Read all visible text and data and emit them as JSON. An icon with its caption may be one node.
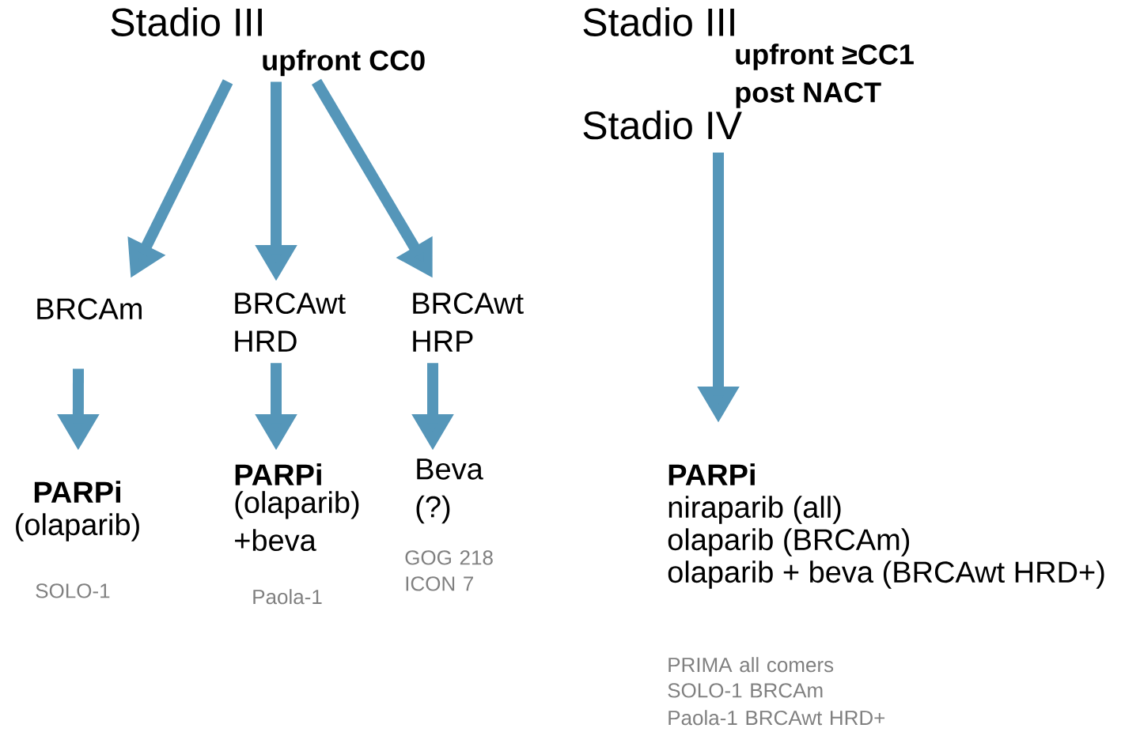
{
  "diagram": {
    "nodes": [
      {
        "text": [
          "Stadio III",
          "upfront CC0"
        ]
      },
      {
        "text": [
          "BRCAm"
        ]
      },
      {
        "text": [
          "BRCAwt HRD"
        ]
      },
      {
        "text": [
          "BRCAwt HRP"
        ]
      },
      {
        "text": [
          "PARPi",
          "(olaparib)"
        ],
        "beside": [
          "SOLO-1"
        ]
      },
      {
        "text": [
          "PARPi",
          "(olaparib) +beva"
        ],
        "beside": [
          "Paola-1"
        ]
      },
      {
        "text": [
          "Beva (?)"
        ],
        "beside": [
          "GOG 218 ICON 7"
        ]
      },
      {
        "text": [
          "Stadio III",
          "upfront  ≥CC1 post NACT",
          "Stadio IV"
        ]
      },
      {
        "text": [
          "PARPi",
          "niraparib (all)",
          "olaparib (BRCAm)",
          "olaparib + beva (BRCAwt HRD+)"
        ],
        "beside": [
          "PRIMA all comers",
          "SOLO-1 BRCAm",
          "Paola-1 BRCAwt HRD+"
        ]
      }
    ],
    "edges": [
      {
        "from": 0,
        "to": 1,
        "arrow": "to"
      },
      {
        "from": 0,
        "to": 2,
        "arrow": "to"
      },
      {
        "from": 0,
        "to": 3,
        "arrow": "to"
      },
      {
        "from": 1,
        "to": 4,
        "arrow": "to"
      },
      {
        "from": 2,
        "to": 5,
        "arrow": "to"
      },
      {
        "from": 3,
        "to": 6,
        "arrow": "to"
      },
      {
        "from": 7,
        "to": 8,
        "arrow": "to"
      }
    ]
  }
}
